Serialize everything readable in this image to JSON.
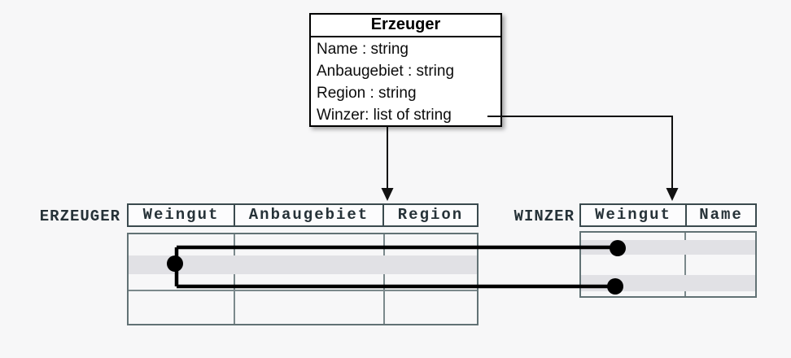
{
  "class_box": {
    "title": "Erzeuger",
    "attributes": [
      "Name : string",
      "Anbaugebiet : string",
      "Region : string",
      "Winzer: list of string"
    ]
  },
  "tables": {
    "erzeuger": {
      "label": "ERZEUGER",
      "columns": [
        "Weingut",
        "Anbaugebiet",
        "Region"
      ]
    },
    "winzer": {
      "label": "WINZER",
      "columns": [
        "Weingut",
        "Name"
      ]
    }
  },
  "colors": {
    "background": "#f7f7f8",
    "class_box_border": "#000000",
    "class_box_fill": "#ffffff",
    "header_border": "#3a4a4e",
    "body_border": "#627275",
    "table_text": "#263238",
    "row_stripe": "#e1e1e5",
    "connector": "#000000",
    "arrow": "#111111"
  }
}
